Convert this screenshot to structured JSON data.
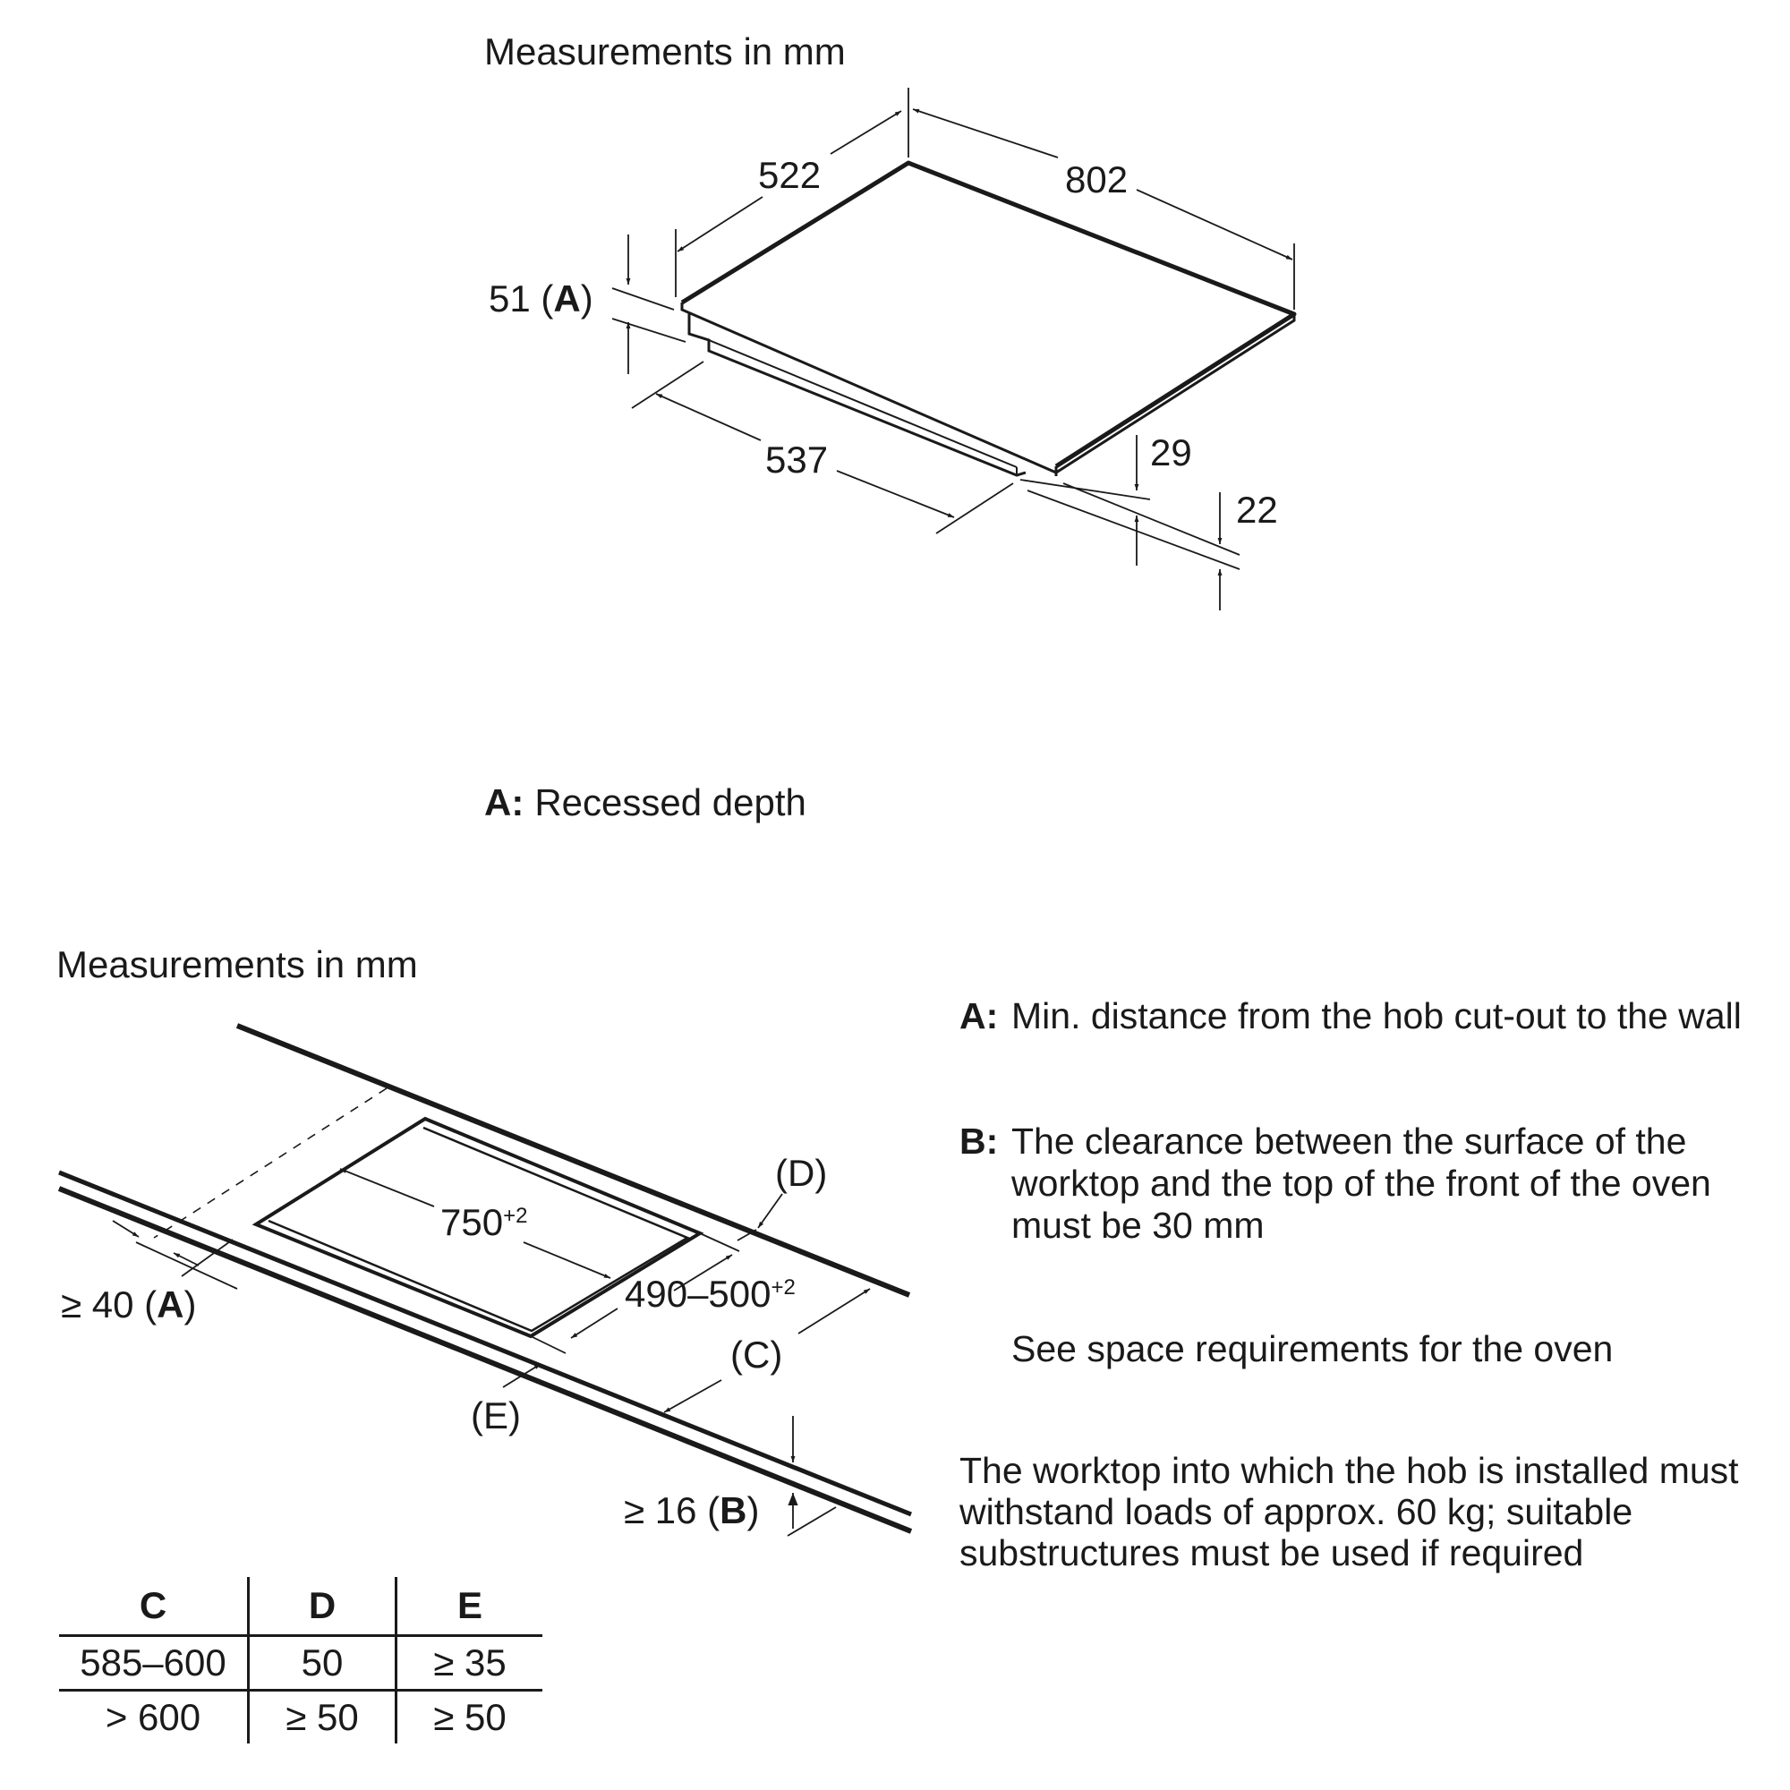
{
  "top": {
    "heading": "Measurements in mm",
    "dims": {
      "depth": "522",
      "width": "802",
      "recess_value": "51 (",
      "recess_letter": "A",
      "recess_close": ")",
      "body_width": "537",
      "body_height": "29",
      "glass_offset": "22"
    },
    "footnote_key": "A:",
    "footnote_text": "Recessed depth"
  },
  "bottom": {
    "heading": "Measurements in mm",
    "dims": {
      "cutout_width": "750",
      "cutout_width_tol": "+2",
      "cutout_depth": "490–500",
      "cutout_depth_tol": "+2",
      "label_d": "(D)",
      "label_c": "(C)",
      "label_e": "(E)",
      "wall_gap_value": "≥ 40 (",
      "wall_gap_letter": "A",
      "wall_gap_close": ")",
      "worktop_value": "≥ 16 (",
      "worktop_letter": "B",
      "worktop_close": ")"
    },
    "legend": [
      {
        "key": "A:",
        "text": "Min. distance from the hob cut-out to the wall"
      },
      {
        "key": "B:",
        "text": "The clearance between the surface of the worktop and the top of the front of the oven must be 30 mm"
      },
      {
        "key": "",
        "text": "See space requirements for the oven"
      }
    ],
    "note": "The worktop into which the hob is installed must withstand loads of approx. 60 kg; suitable substructures must be used if required",
    "table": {
      "headers": [
        "C",
        "D",
        "E"
      ],
      "rows": [
        [
          "585–600",
          "50",
          "≥ 35"
        ],
        [
          "> 600",
          "≥ 50",
          "≥ 50"
        ]
      ]
    }
  }
}
